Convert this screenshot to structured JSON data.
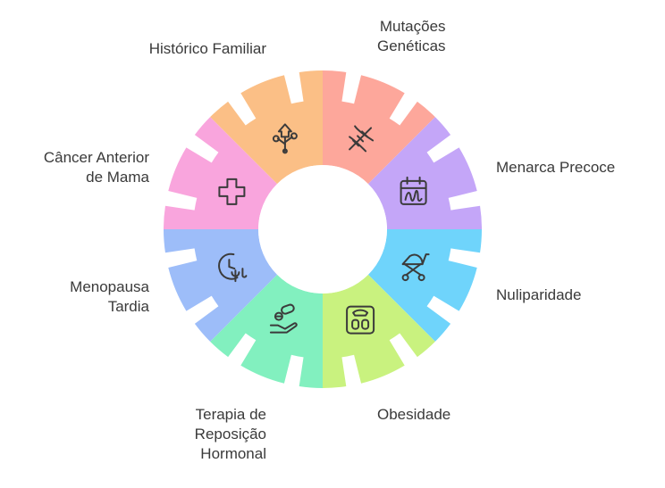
{
  "factors": [
    {
      "id": "mutacoes",
      "lines": [
        "Mutações",
        "Genéticas"
      ],
      "color": "#fda79b",
      "icon": "dna-icon"
    },
    {
      "id": "menarca",
      "lines": [
        "Menarca Precoce"
      ],
      "color": "#c4a6f8",
      "icon": "calendar-icon"
    },
    {
      "id": "nuliparidade",
      "lines": [
        "Nuliparidade"
      ],
      "color": "#6fd4fb",
      "icon": "stroller-icon"
    },
    {
      "id": "obesidade",
      "lines": [
        "Obesidade"
      ],
      "color": "#c9f27f",
      "icon": "scale-icon"
    },
    {
      "id": "terapia",
      "lines": [
        "Terapia de",
        "Reposição",
        "Hormonal"
      ],
      "color": "#82f0bf",
      "icon": "pills-hand-icon"
    },
    {
      "id": "menopausa",
      "lines": [
        "Menopausa",
        "Tardia"
      ],
      "color": "#9dbdf9",
      "icon": "clock-hormone-icon"
    },
    {
      "id": "cancer",
      "lines": [
        "Câncer Anterior",
        "de Mama"
      ],
      "color": "#f9a5dd",
      "icon": "cross-icon"
    },
    {
      "id": "historico",
      "lines": [
        "Histórico Familiar"
      ],
      "color": "#fbbf86",
      "icon": "family-tree-icon"
    }
  ]
}
